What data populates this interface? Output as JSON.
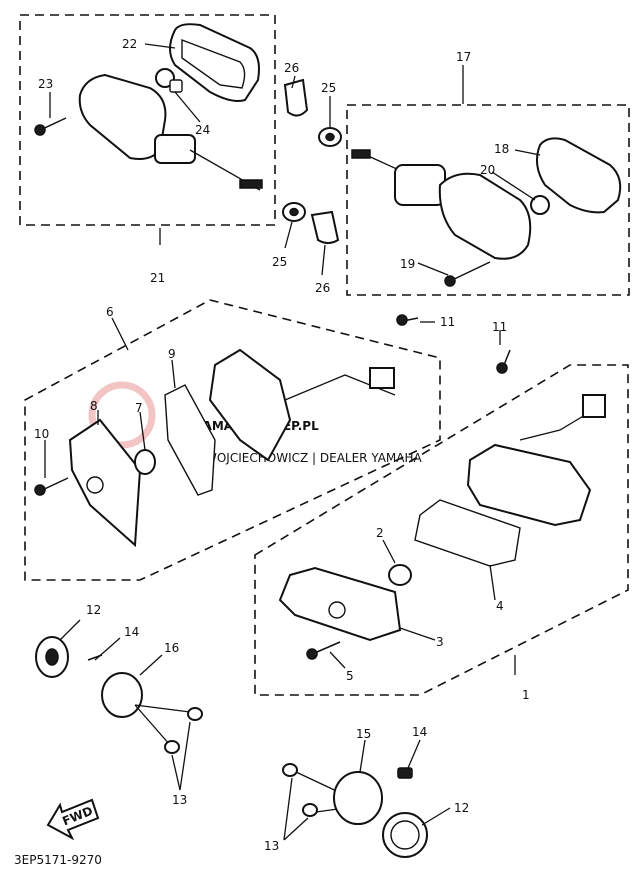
{
  "diagram_code": "3EP5171-9270",
  "direction_label": "FWD",
  "watermark": {
    "main": "YAMAHA-SKLEP.PL",
    "sub": "WOJCIECHOWICZ | DEALER YAMAHA"
  },
  "callouts": {
    "c1": "1",
    "c2": "2",
    "c3": "3",
    "c4": "4",
    "c5": "5",
    "c6": "6",
    "c7": "7",
    "c8": "8",
    "c9": "9",
    "c10": "10",
    "c11a": "11",
    "c11b": "11",
    "c12a": "12",
    "c12b": "12",
    "c13a": "13",
    "c13b": "13",
    "c14a": "14",
    "c14b": "14",
    "c15": "15",
    "c16": "16",
    "c17": "17",
    "c18": "18",
    "c19": "19",
    "c20": "20",
    "c21": "21",
    "c22": "22",
    "c23": "23",
    "c24": "24",
    "c25a": "25",
    "c25b": "25",
    "c26a": "26",
    "c26b": "26"
  }
}
